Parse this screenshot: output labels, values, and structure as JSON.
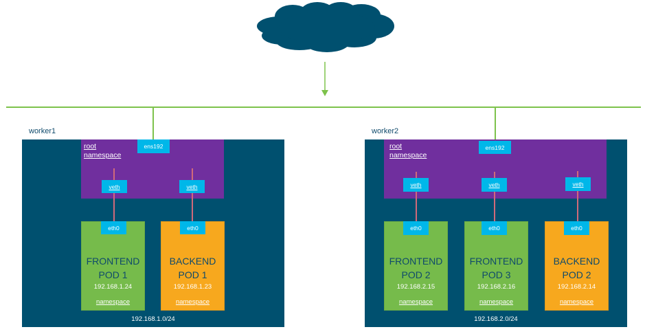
{
  "colors": {
    "cloud": "#00506f",
    "link_green": "#7dc24b",
    "worker_bg": "#00506f",
    "root_namespace": "#702f9e",
    "interface": "#00b7e9",
    "veth_wire": "#d16a7a",
    "frontend_pod": "#76bb4b",
    "backend_pod": "#f7a81e",
    "pod_title_text": "#0f4a6b"
  },
  "internet": {
    "icon": "cloud-icon"
  },
  "workers": [
    {
      "name": "worker1",
      "uplink": "ens192",
      "root_namespace_label": [
        "root",
        "namespace"
      ],
      "subnet": "192.168.1.0/24",
      "pods": [
        {
          "title_line1": "FRONTEND",
          "title_line2": "POD 1",
          "ip": "192.168.1.24",
          "veth": "veth",
          "eth": "eth0",
          "namespace": "namespace",
          "role": "frontend"
        },
        {
          "title_line1": "BACKEND",
          "title_line2": "POD 1",
          "ip": "192.168.1.23",
          "veth": "veth",
          "eth": "eth0",
          "namespace": "namespace",
          "role": "backend"
        }
      ]
    },
    {
      "name": "worker2",
      "uplink": "ens192",
      "root_namespace_label": [
        "root",
        "namespace"
      ],
      "subnet": "192.168.2.0/24",
      "pods": [
        {
          "title_line1": "FRONTEND",
          "title_line2": "POD 2",
          "ip": "192.168.2.15",
          "veth": "veth",
          "eth": "eth0",
          "namespace": "namespace",
          "role": "frontend"
        },
        {
          "title_line1": "FRONTEND",
          "title_line2": "POD 3",
          "ip": "192.168.2.16",
          "veth": "veth",
          "eth": "eth0",
          "namespace": "namespace",
          "role": "frontend"
        },
        {
          "title_line1": "BACKEND",
          "title_line2": "POD 2",
          "ip": "192.168.2.14",
          "veth": "veth",
          "eth": "eth0",
          "namespace": "namespace",
          "role": "backend"
        }
      ]
    }
  ]
}
